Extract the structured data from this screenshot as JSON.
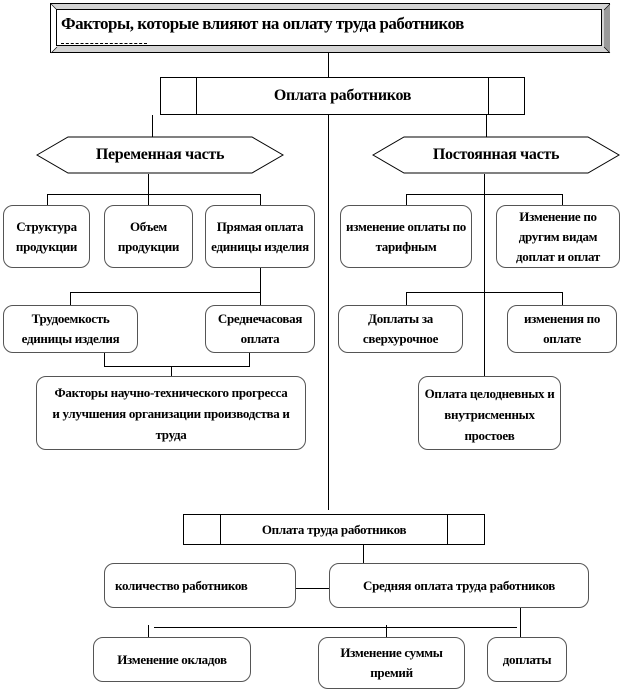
{
  "title": "Факторы, которые влияют на оплату труда работников",
  "root": {
    "label": "Оплата работников"
  },
  "variable_part": {
    "label": "Переменная часть",
    "children": [
      {
        "label": "Структура продукции"
      },
      {
        "label": "Объем продукции"
      },
      {
        "label": "Прямая оплата единицы изделия"
      }
    ],
    "sub_children": [
      {
        "label": "Трудоемкость единицы изделия"
      },
      {
        "label": "Среднечасовая оплата"
      }
    ],
    "factors": {
      "label": "Факторы научно-технического прогресса и улучшения организации производства и труда"
    }
  },
  "constant_part": {
    "label": "Постоянная часть",
    "children": [
      {
        "label": "изменение оплаты по тарифным"
      },
      {
        "label": "Изменение по другим видам доплат и оплат"
      },
      {
        "label": "Доплаты за сверхурочное"
      },
      {
        "label": "изменения по оплате"
      },
      {
        "label": "Оплата целодневных и внутрисменных простоев"
      }
    ]
  },
  "labor_pay": {
    "label": "Оплата труда работников",
    "children": [
      {
        "label": "количество работников"
      },
      {
        "label": "Средняя оплата труда работников"
      }
    ],
    "avg_children": [
      {
        "label": "Изменение окладов"
      },
      {
        "label": "Изменение суммы премий"
      },
      {
        "label": "доплаты"
      }
    ]
  }
}
